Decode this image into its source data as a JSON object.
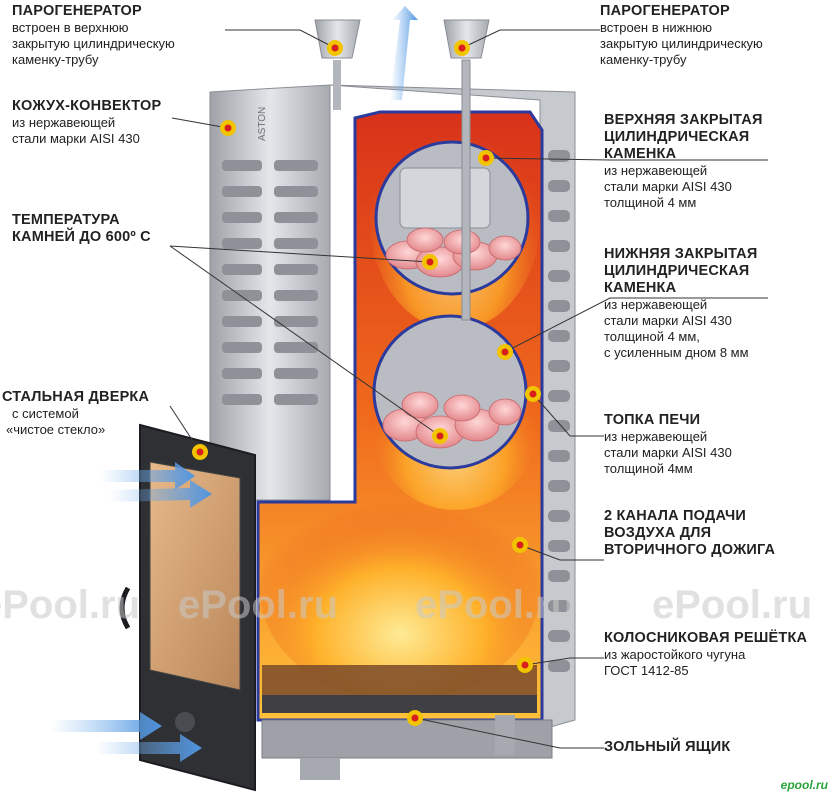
{
  "labels": {
    "steam_top": {
      "title": "ПАРОГЕНЕРАТОР",
      "desc": [
        "встроен в верхнюю",
        "закрытую цилиндрическую",
        "каменку-трубу"
      ]
    },
    "steam_bottom": {
      "title": "ПАРОГЕНЕРАТОР",
      "desc": [
        "встроен в нижнюю",
        "закрытую цилиндрическую",
        "каменку-трубу"
      ]
    },
    "casing": {
      "title": "КОЖУХ-КОНВЕКТОР",
      "desc": [
        "из нержавеющей",
        "стали марки AISI 430"
      ]
    },
    "upper_heater": {
      "title": [
        "ВЕРХНЯЯ ЗАКРЫТАЯ",
        "ЦИЛИНДРИЧЕСКАЯ",
        "КАМЕНКА"
      ],
      "desc": [
        "из нержавеющей",
        "стали марки AISI 430",
        "толщиной 4 мм"
      ]
    },
    "stone_temp": {
      "title": [
        "ТЕМПЕРАТУРА",
        "КАМНЕЙ ДО 600º С"
      ]
    },
    "lower_heater": {
      "title": [
        "НИЖНЯЯ ЗАКРЫТАЯ",
        "ЦИЛИНДРИЧЕСКАЯ",
        "КАМЕНКА"
      ],
      "desc": [
        "из нержавеющей",
        "стали марки AISI 430",
        "толщиной 4 мм,",
        "с усиленным дном 8 мм"
      ]
    },
    "door": {
      "title": "СТАЛЬНАЯ ДВЕРКА",
      "desc": [
        "с системой",
        "«чистое стекло»"
      ]
    },
    "firebox": {
      "title": "ТОПКА ПЕЧИ",
      "desc": [
        "из нержавеющей",
        "стали марки AISI 430",
        "толщиной 4мм"
      ]
    },
    "air_channels": {
      "title": [
        "2 КАНАЛА ПОДАЧИ",
        "ВОЗДУХА ДЛЯ",
        "ВТОРИЧНОГО ДОЖИГА"
      ]
    },
    "grate": {
      "title": "КОЛОСНИКОВАЯ РЕШЁТКА",
      "desc": [
        "из жаростойкого чугуна",
        "ГОСТ 1412-85"
      ]
    },
    "ash_box": {
      "title": "ЗОЛЬНЫЙ ЯЩИК"
    }
  },
  "watermarks": [
    "ePool.ru",
    "ePool.ru",
    "ePool.ru",
    "ePool.ru"
  ],
  "brand_logo": "epool.ru",
  "stove_logo": "ASTON",
  "colors": {
    "fire": "#e8501a",
    "steel": "#c9cbcf",
    "marker": "#f2c400",
    "marker_center": "#d81e1e",
    "outline": "#2b3a9c"
  }
}
